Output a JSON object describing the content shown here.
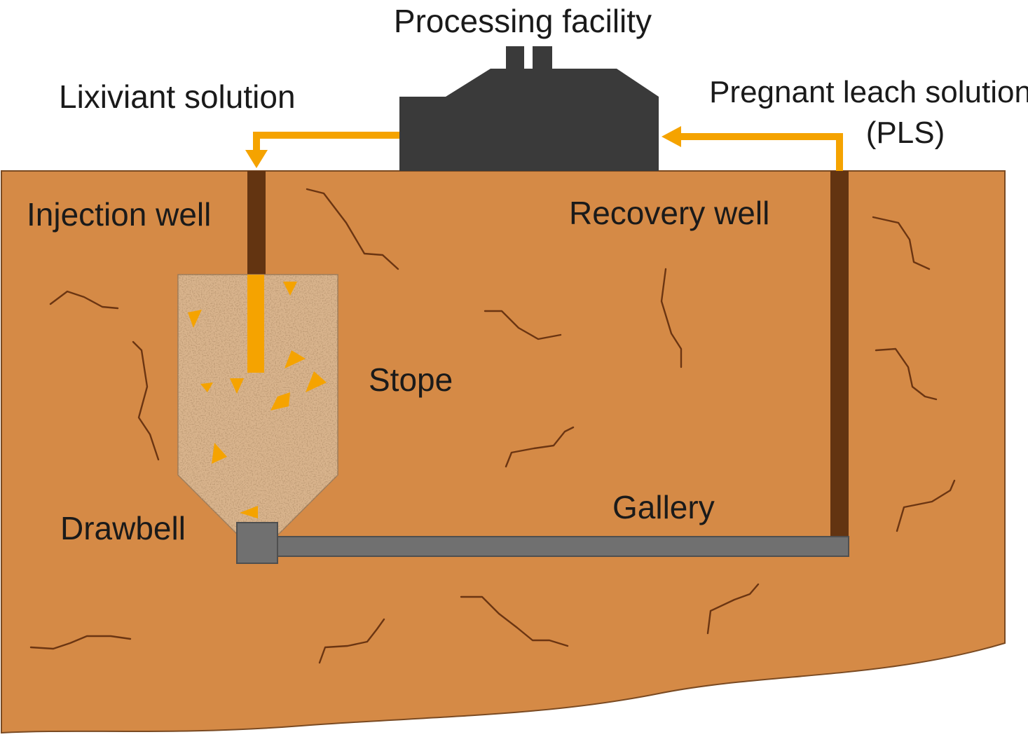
{
  "labels": {
    "processing_facility": "Processing facility",
    "lixiviant_solution": "Lixiviant solution",
    "pregnant_leach_line1": "Pregnant leach solution",
    "pregnant_leach_line2": "(PLS)",
    "injection_well": "Injection well",
    "recovery_well": "Recovery well",
    "stope": "Stope",
    "drawbell": "Drawbell",
    "gallery": "Gallery"
  },
  "colors": {
    "ground": "#d58a46",
    "ground_outline": "#7a4a22",
    "crack": "#6b3512",
    "well": "#633411",
    "facility": "#3a3a3a",
    "flow_arrow": "#f5a300",
    "gallery": "#707070",
    "stope_base": "#d9b48d",
    "stope_speckle": "#8a5a33"
  }
}
